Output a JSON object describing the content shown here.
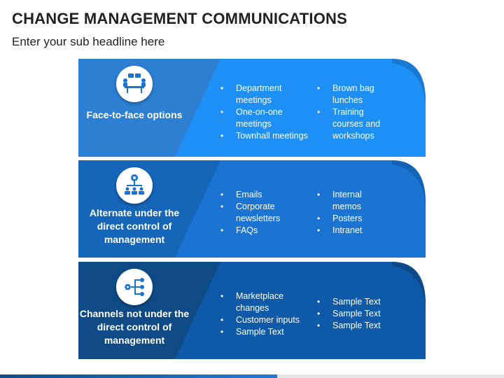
{
  "header": {
    "title": "CHANGE MANAGEMENT COMMUNICATIONS",
    "subtitle": "Enter your sub headline here"
  },
  "colors": {
    "row1_left": "#2c7fd3",
    "row1_right": "#1e90f5",
    "row2_left": "#1565b8",
    "row2_right": "#1b74d2",
    "row3_left": "#0e4a86",
    "row3_right": "#0f5aa8",
    "icon": "#1a73d0"
  },
  "rows": [
    {
      "label": "Face-to-face options",
      "icon": "meeting-icon",
      "col1": [
        "Department meetings",
        "One-on-one meetings",
        "Townhall meetings"
      ],
      "col2": [
        "Brown bag lunches",
        "Training courses and workshops"
      ]
    },
    {
      "label": "Alternate under the direct control of management",
      "icon": "org-chart-icon",
      "col1": [
        "Emails",
        "Corporate newsletters",
        "FAQs"
      ],
      "col2": [
        "Internal memos",
        "Posters",
        "Intranet"
      ]
    },
    {
      "label": "Channels not under the direct control of management",
      "icon": "network-icon",
      "col1": [
        "Marketplace changes",
        "Customer inputs",
        "Sample Text"
      ],
      "col2": [
        "Sample Text",
        "Sample Text",
        "Sample Text"
      ]
    }
  ]
}
